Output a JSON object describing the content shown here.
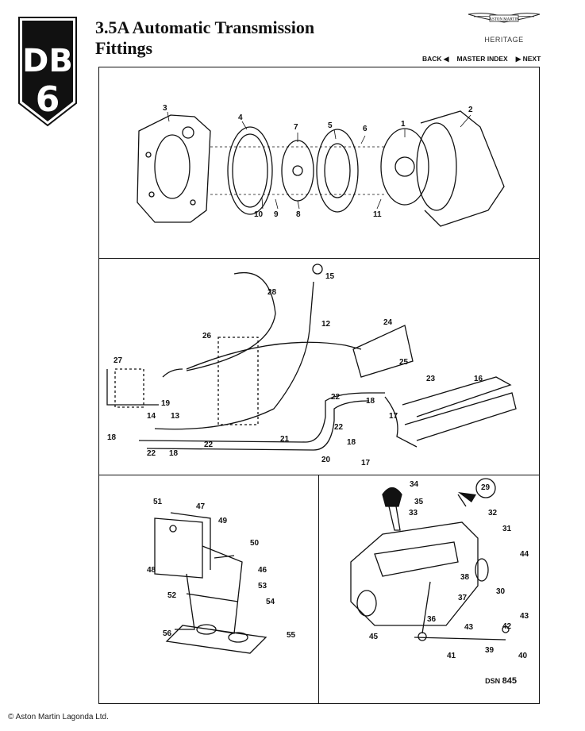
{
  "title_line1": "3.5A Automatic Transmission",
  "title_line2": "Fittings",
  "brand": {
    "wordmark": "ASTON MARTIN",
    "subtitle": "HERITAGE"
  },
  "logo": {
    "text_top": "DB",
    "text_bottom": "6"
  },
  "nav": {
    "back": "BACK ◀",
    "master_index": "MASTER INDEX",
    "next": "▶ NEXT"
  },
  "diagram_labels": {
    "p1": [
      "1",
      "2",
      "3",
      "4",
      "5",
      "6",
      "7",
      "8",
      "9",
      "10",
      "11"
    ],
    "p2": [
      "12",
      "13",
      "14",
      "15",
      "16",
      "17",
      "17",
      "18",
      "18",
      "18",
      "18",
      "19",
      "20",
      "21",
      "22",
      "22",
      "22",
      "22",
      "23",
      "24",
      "25",
      "26",
      "27",
      "28"
    ],
    "p3": [
      "46",
      "47",
      "48",
      "49",
      "50",
      "51",
      "52",
      "53",
      "54",
      "55",
      "56"
    ],
    "p4": [
      "29",
      "30",
      "31",
      "32",
      "33",
      "34",
      "35",
      "36",
      "37",
      "38",
      "39",
      "40",
      "41",
      "42",
      "43",
      "43",
      "44",
      "45"
    ]
  },
  "dsn": {
    "prefix": "DSN",
    "number": "845"
  },
  "copyright": "© Aston Martin Lagonda Ltd."
}
